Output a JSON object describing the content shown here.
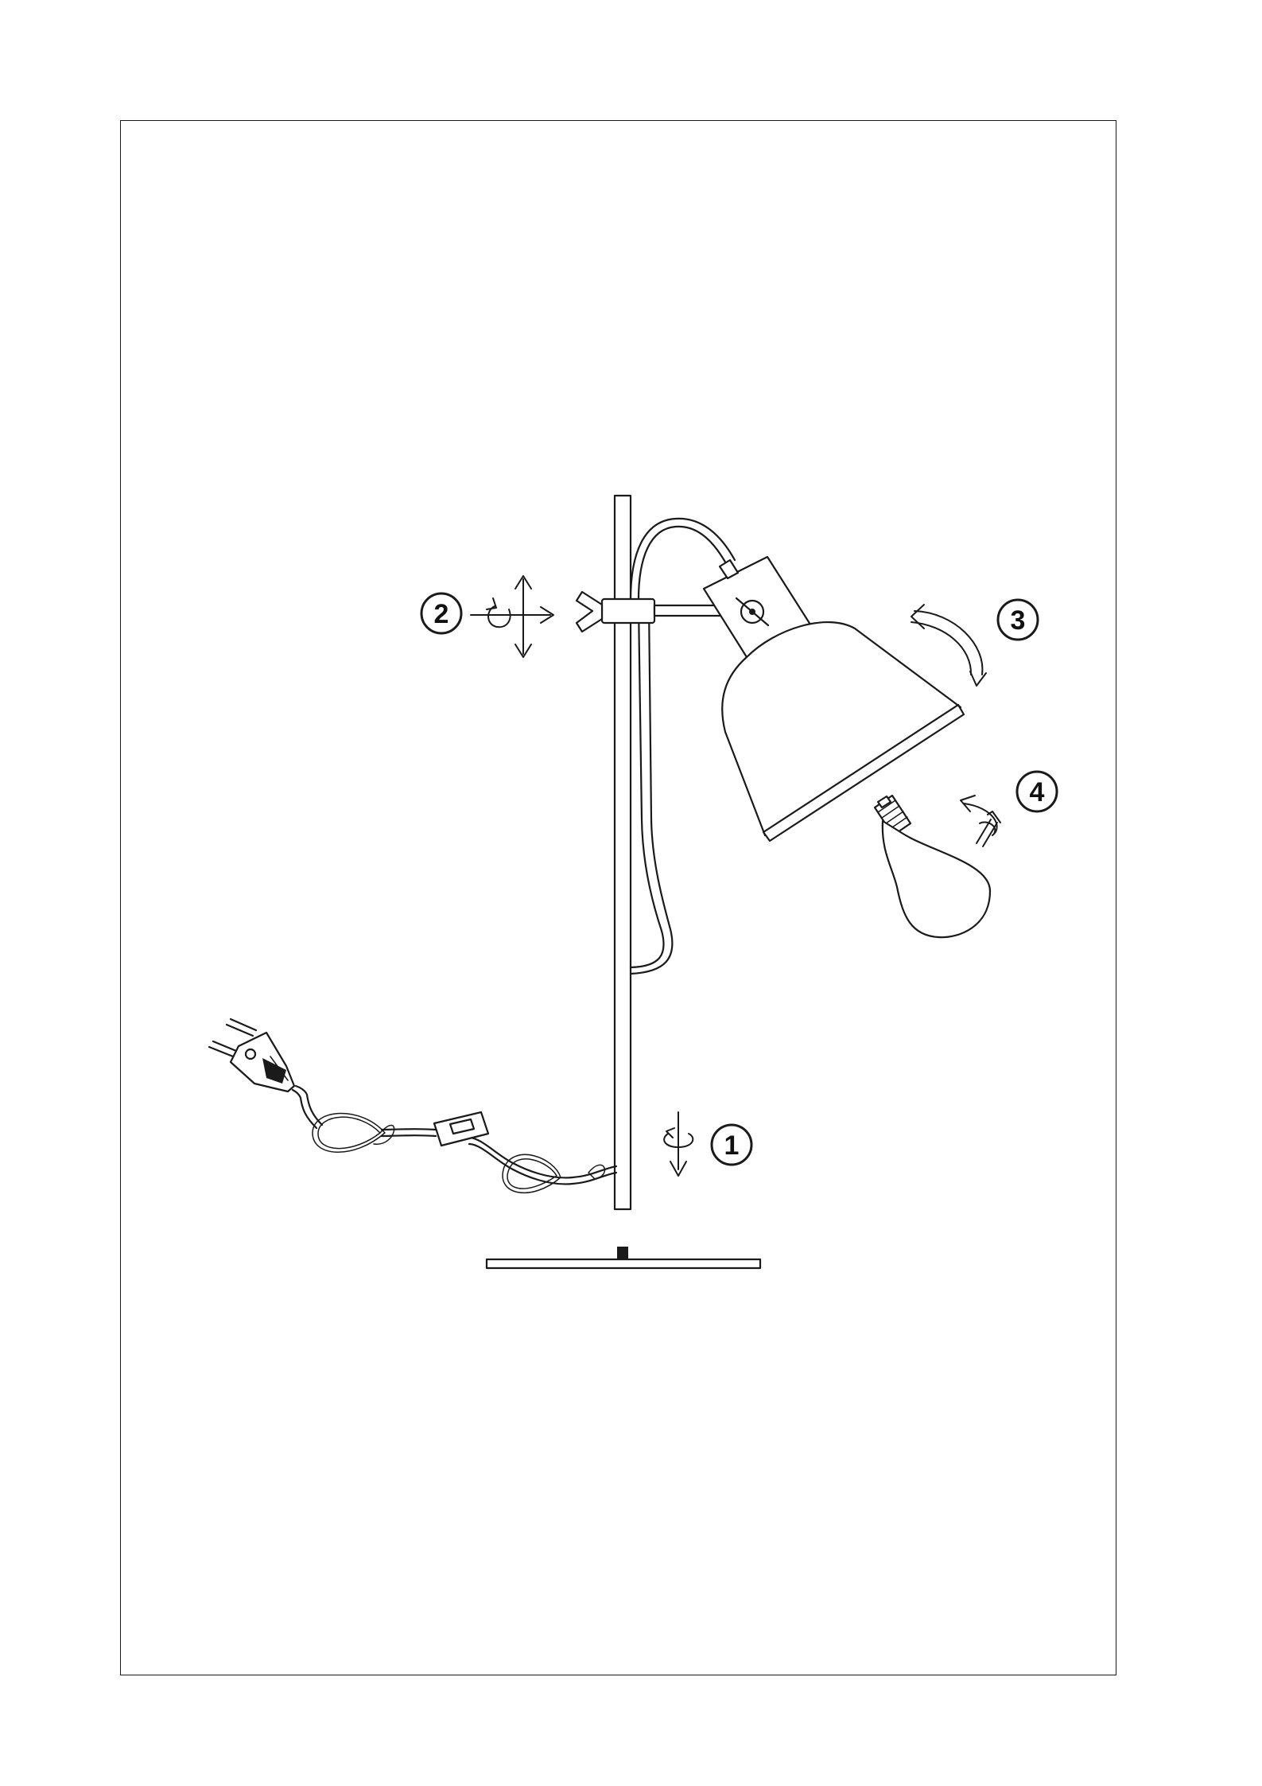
{
  "callouts": [
    {
      "id": "step-1",
      "label": "1"
    },
    {
      "id": "step-2",
      "label": "2"
    },
    {
      "id": "step-3",
      "label": "3"
    },
    {
      "id": "step-4",
      "label": "4"
    }
  ],
  "colors": {
    "line": "#1a1a1a",
    "paper": "#ffffff"
  }
}
